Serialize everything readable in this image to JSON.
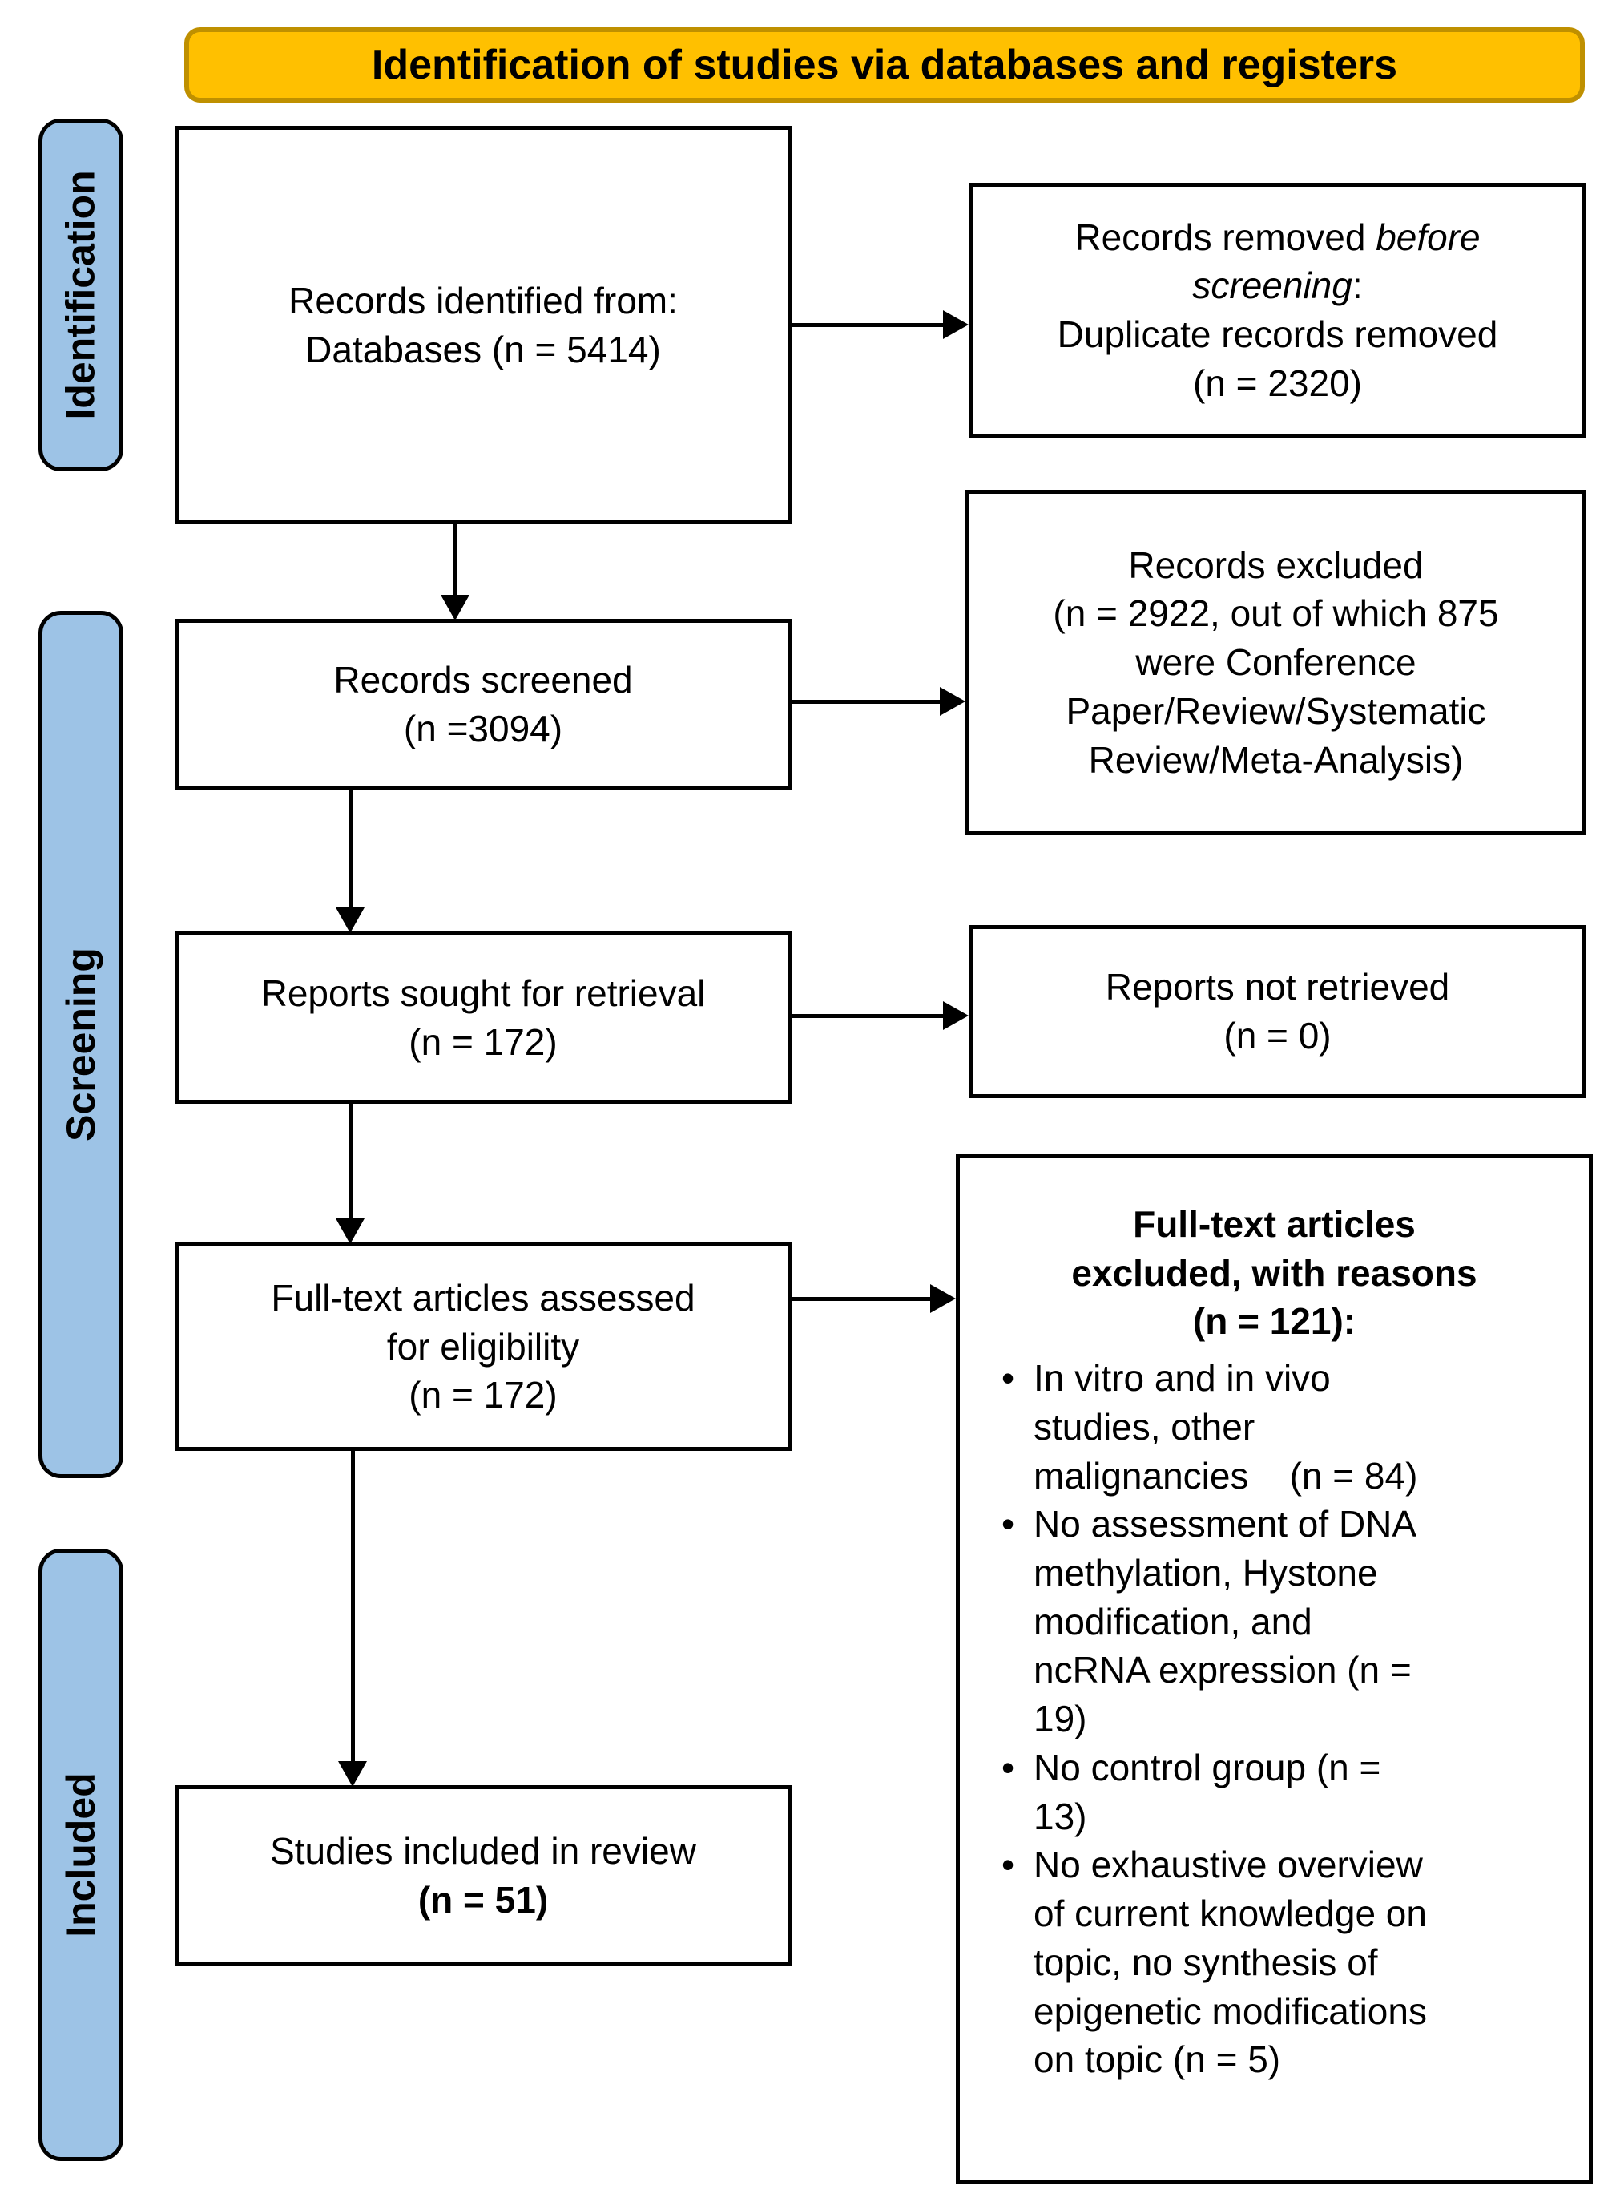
{
  "banner": {
    "title": "Identification of studies via databases and registers"
  },
  "side_labels": {
    "identification": "Identification",
    "screening": "Screening",
    "included": "Included"
  },
  "flow": {
    "box1": {
      "lines": [
        "Records identified from:",
        "Databases (n = 5414)"
      ]
    },
    "box2": {
      "lines": [
        "Records screened",
        "(n =3094)"
      ]
    },
    "box3": {
      "lines": [
        "Reports sought for retrieval",
        "(n = 172)"
      ]
    },
    "box4": {
      "lines": [
        "Full-text articles assessed",
        "for eligibility",
        "(n = 172)"
      ]
    },
    "box5": {
      "line1": "Studies included in review",
      "line2_bold": "(n = 51)"
    }
  },
  "side_boxes": {
    "removed": {
      "prefix": "Records removed ",
      "italic": "before screening",
      "suffix": ":",
      "line2": "Duplicate records removed",
      "line3": "(n = 2320)"
    },
    "excluded": {
      "lines": [
        "Records excluded",
        "(n = 2922, out of which 875",
        "were Conference",
        "Paper/Review/Systematic",
        "Review/Meta-Analysis)"
      ]
    },
    "not_retrieved": {
      "lines": [
        "Reports not retrieved",
        "(n = 0)"
      ]
    },
    "fulltext_excluded": {
      "header_lines": [
        "Full-text articles",
        "excluded, with reasons",
        "(n = 121):"
      ],
      "bullets": [
        "In vitro and in vivo\nstudies, other\nmalignancies    (n = 84)",
        "No assessment of DNA\nmethylation, Hystone\nmodification, and\nncRNA expression (n =\n19)",
        "No control group (n =\n13)",
        "No exhaustive overview\nof current knowledge on\ntopic, no synthesis of\nepigenetic modifications\non topic (n = 5)"
      ],
      "bullet_glyph": "•"
    }
  },
  "colors": {
    "banner_fill": "#FFC000",
    "banner_border": "#BF9000",
    "side_label_fill": "#9DC3E6",
    "box_border": "#000000"
  }
}
